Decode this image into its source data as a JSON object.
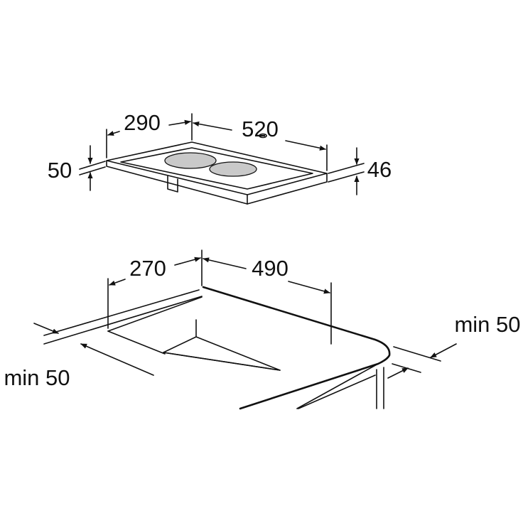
{
  "hob": {
    "depth_label": "290",
    "width_label": "520",
    "left_height_label": "50",
    "right_height_label": "46"
  },
  "cutout": {
    "depth_label": "270",
    "width_label": "490",
    "right_clearance_label": "min 50",
    "left_clearance_label": "min 50"
  },
  "colors": {
    "line": "#111111",
    "burner_fill": "#c9c9c9",
    "background": "#ffffff"
  }
}
